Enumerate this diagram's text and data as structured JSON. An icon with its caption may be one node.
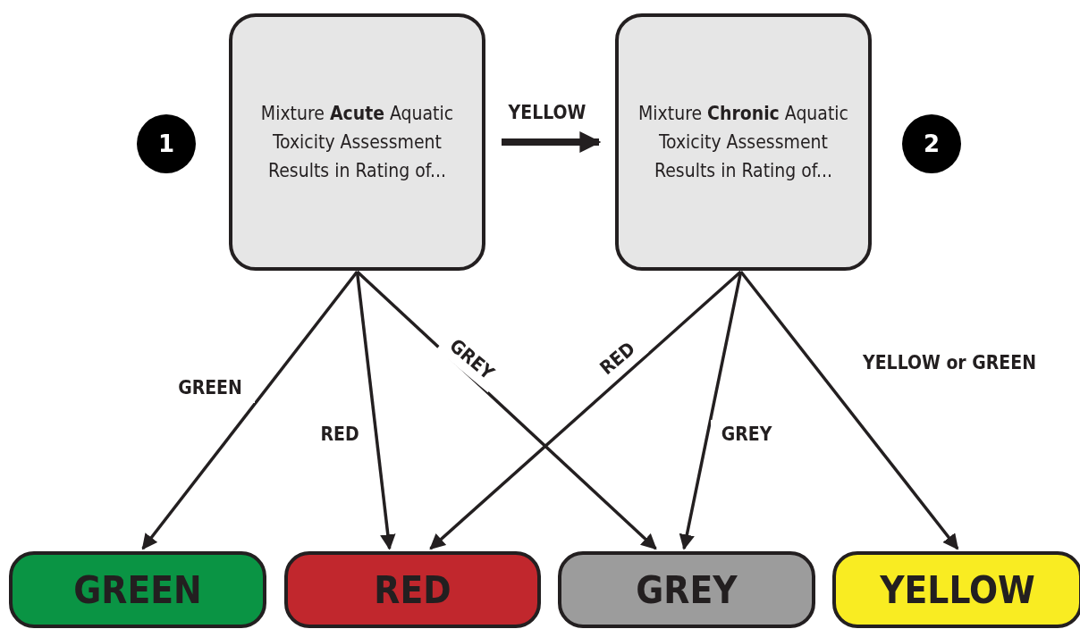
{
  "diagram": {
    "nodes": [
      {
        "text": [
          "Mixture **Acute** Aquatic Toxicity Assessment Results in Rating of..."
        ]
      },
      {
        "text": [
          "Mixture **Chronic** Aquatic Toxicity Assessment Results in Rating of..."
        ]
      },
      {
        "text": [
          "1"
        ]
      },
      {
        "text": [
          "2"
        ]
      },
      {
        "text": [
          "GREEN"
        ]
      },
      {
        "text": [
          "RED"
        ]
      },
      {
        "text": [
          "GREY"
        ]
      },
      {
        "text": [
          "YELLOW"
        ]
      }
    ],
    "edges": [
      {
        "from": 0,
        "to": 1,
        "arrow": "to",
        "label": "YELLOW",
        "style": "thick"
      },
      {
        "from": 0,
        "to": 4,
        "arrow": "to",
        "label": "GREEN"
      },
      {
        "from": 0,
        "to": 5,
        "arrow": "to",
        "label": "RED"
      },
      {
        "from": 0,
        "to": 6,
        "arrow": "to",
        "label": "GREY"
      },
      {
        "from": 1,
        "to": 5,
        "arrow": "to",
        "label": "RED"
      },
      {
        "from": 1,
        "to": 6,
        "arrow": "to",
        "label": "GREY"
      },
      {
        "from": 1,
        "to": 7,
        "arrow": "to",
        "label": "YELLOW or GREEN"
      }
    ]
  }
}
